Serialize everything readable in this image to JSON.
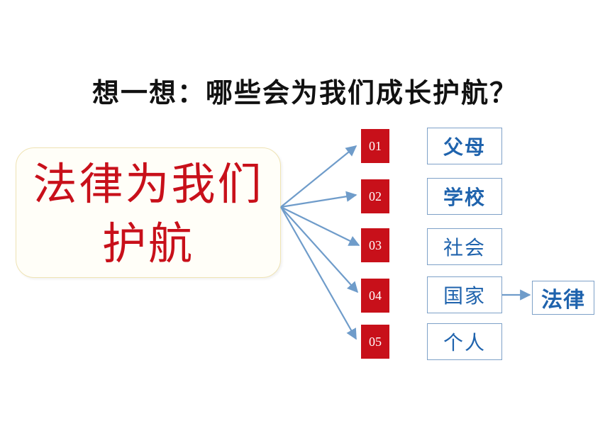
{
  "page": {
    "title": "想一想：哪些会为我们成长护航？"
  },
  "center_topic": {
    "line1": "法律为我们",
    "line2": "护航"
  },
  "items": [
    {
      "number": "01",
      "label": "父母"
    },
    {
      "number": "02",
      "label": "学校"
    },
    {
      "number": "03",
      "label": "社会"
    },
    {
      "number": "04",
      "label": "国家"
    },
    {
      "number": "05",
      "label": "个人"
    }
  ],
  "extension": {
    "from": "国家",
    "label": "法律"
  },
  "colors": {
    "number_tag": "#c8101a",
    "center_text": "#c8101a",
    "item_text": "#1f63ad",
    "arrow": "#6f9cca",
    "title_text": "#111111"
  }
}
